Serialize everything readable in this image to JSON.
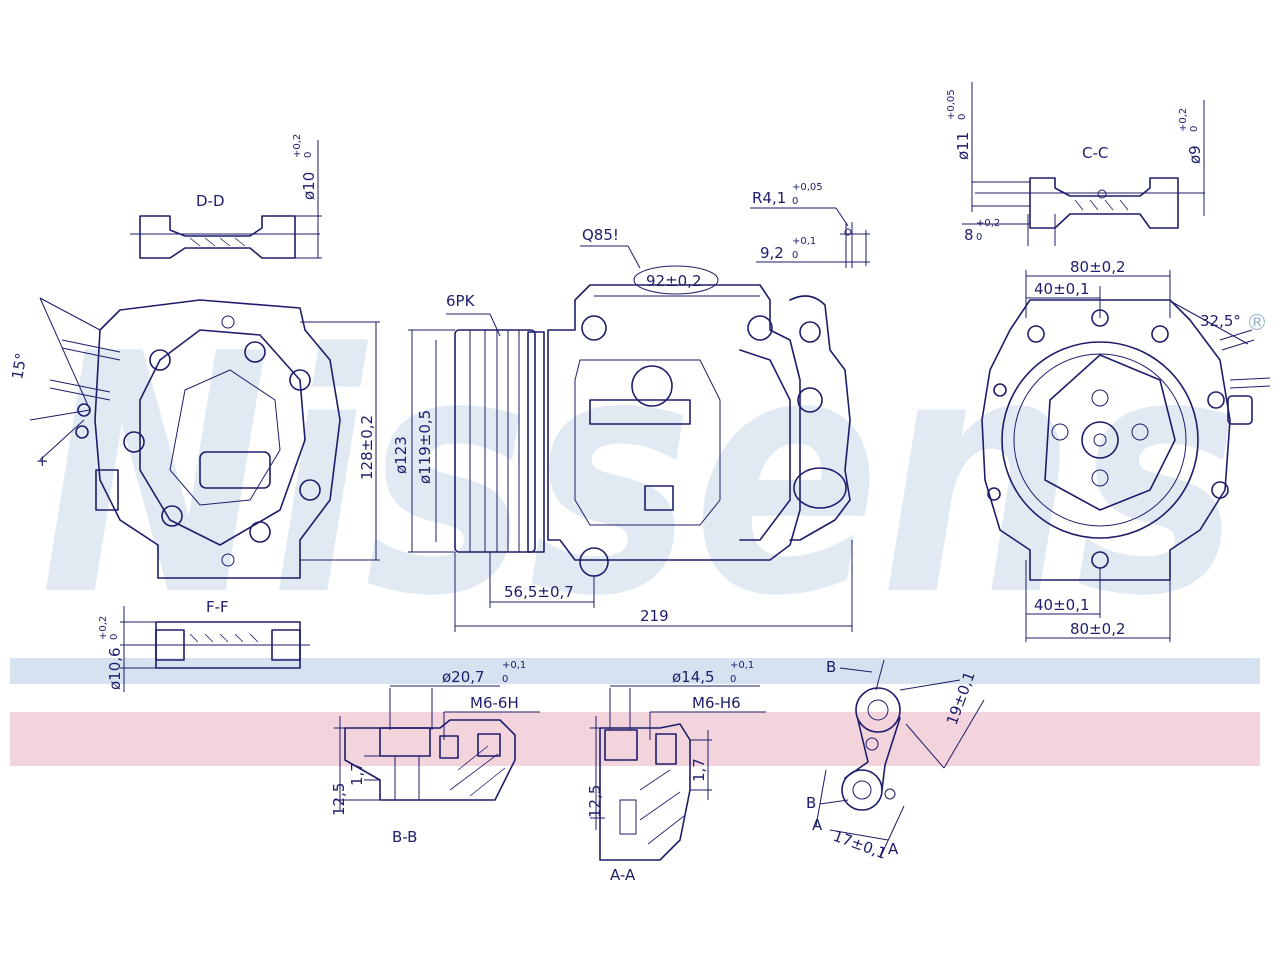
{
  "brand": {
    "watermark": "Nissens",
    "registered_mark": "®",
    "band_blue": "#d6e2ef",
    "band_pink": "#f3d3dc",
    "line_color": "#1d1d6b"
  },
  "sections": {
    "dd": "D-D",
    "ff": "F-F",
    "cc": "C-C",
    "bb": "B-B",
    "aa": "A-A"
  },
  "labels": {
    "belt": "6PK",
    "part_ref": "Q85!",
    "b_marker": "B",
    "a_marker": "A"
  },
  "dims": {
    "d10": "ø10",
    "d10_tol_top": "+0,2",
    "d10_tol_bot": "0",
    "d106": "ø10,6",
    "d106_tol_top": "+0,2",
    "d106_tol_bot": "0",
    "angle15": "15°",
    "h128": "128±0,2",
    "d123": "ø123",
    "d119": "ø119±0,5",
    "w565": "56,5±0,7",
    "w219": "219",
    "w92": "92±0,2",
    "r41": "R4,1",
    "r41_tol_top": "+0,05",
    "r41_tol_bot": "0",
    "d92": "9,2",
    "d92_tol_top": "+0,1",
    "d92_tol_bot": "0",
    "d11": "ø11",
    "d11_tol_top": "+0,05",
    "d11_tol_bot": "0",
    "d9": "ø9",
    "d9_tol_top": "+0,2",
    "d9_tol_bot": "0",
    "w8": "8",
    "w8_tol_top": "+0,2",
    "w8_tol_bot": "0",
    "w80_top": "80±0,2",
    "w40_top": "40±0,1",
    "w40_bot": "40±0,1",
    "w80_bot": "80±0,2",
    "a325": "32,5°",
    "d207": "ø20,7",
    "d207_tol_top": "+0,1",
    "d207_tol_bot": "0",
    "m6_left": "M6-6H",
    "d145": "ø14,5",
    "d145_tol_top": "+0,1",
    "d145_tol_bot": "0",
    "m6_right": "M6-H6",
    "h125_left": "12,5",
    "h17_left": "1,7",
    "h125_right": "12,5",
    "h17_right": "1,7",
    "d19": "19±0,1",
    "d17": "17±0,1"
  }
}
